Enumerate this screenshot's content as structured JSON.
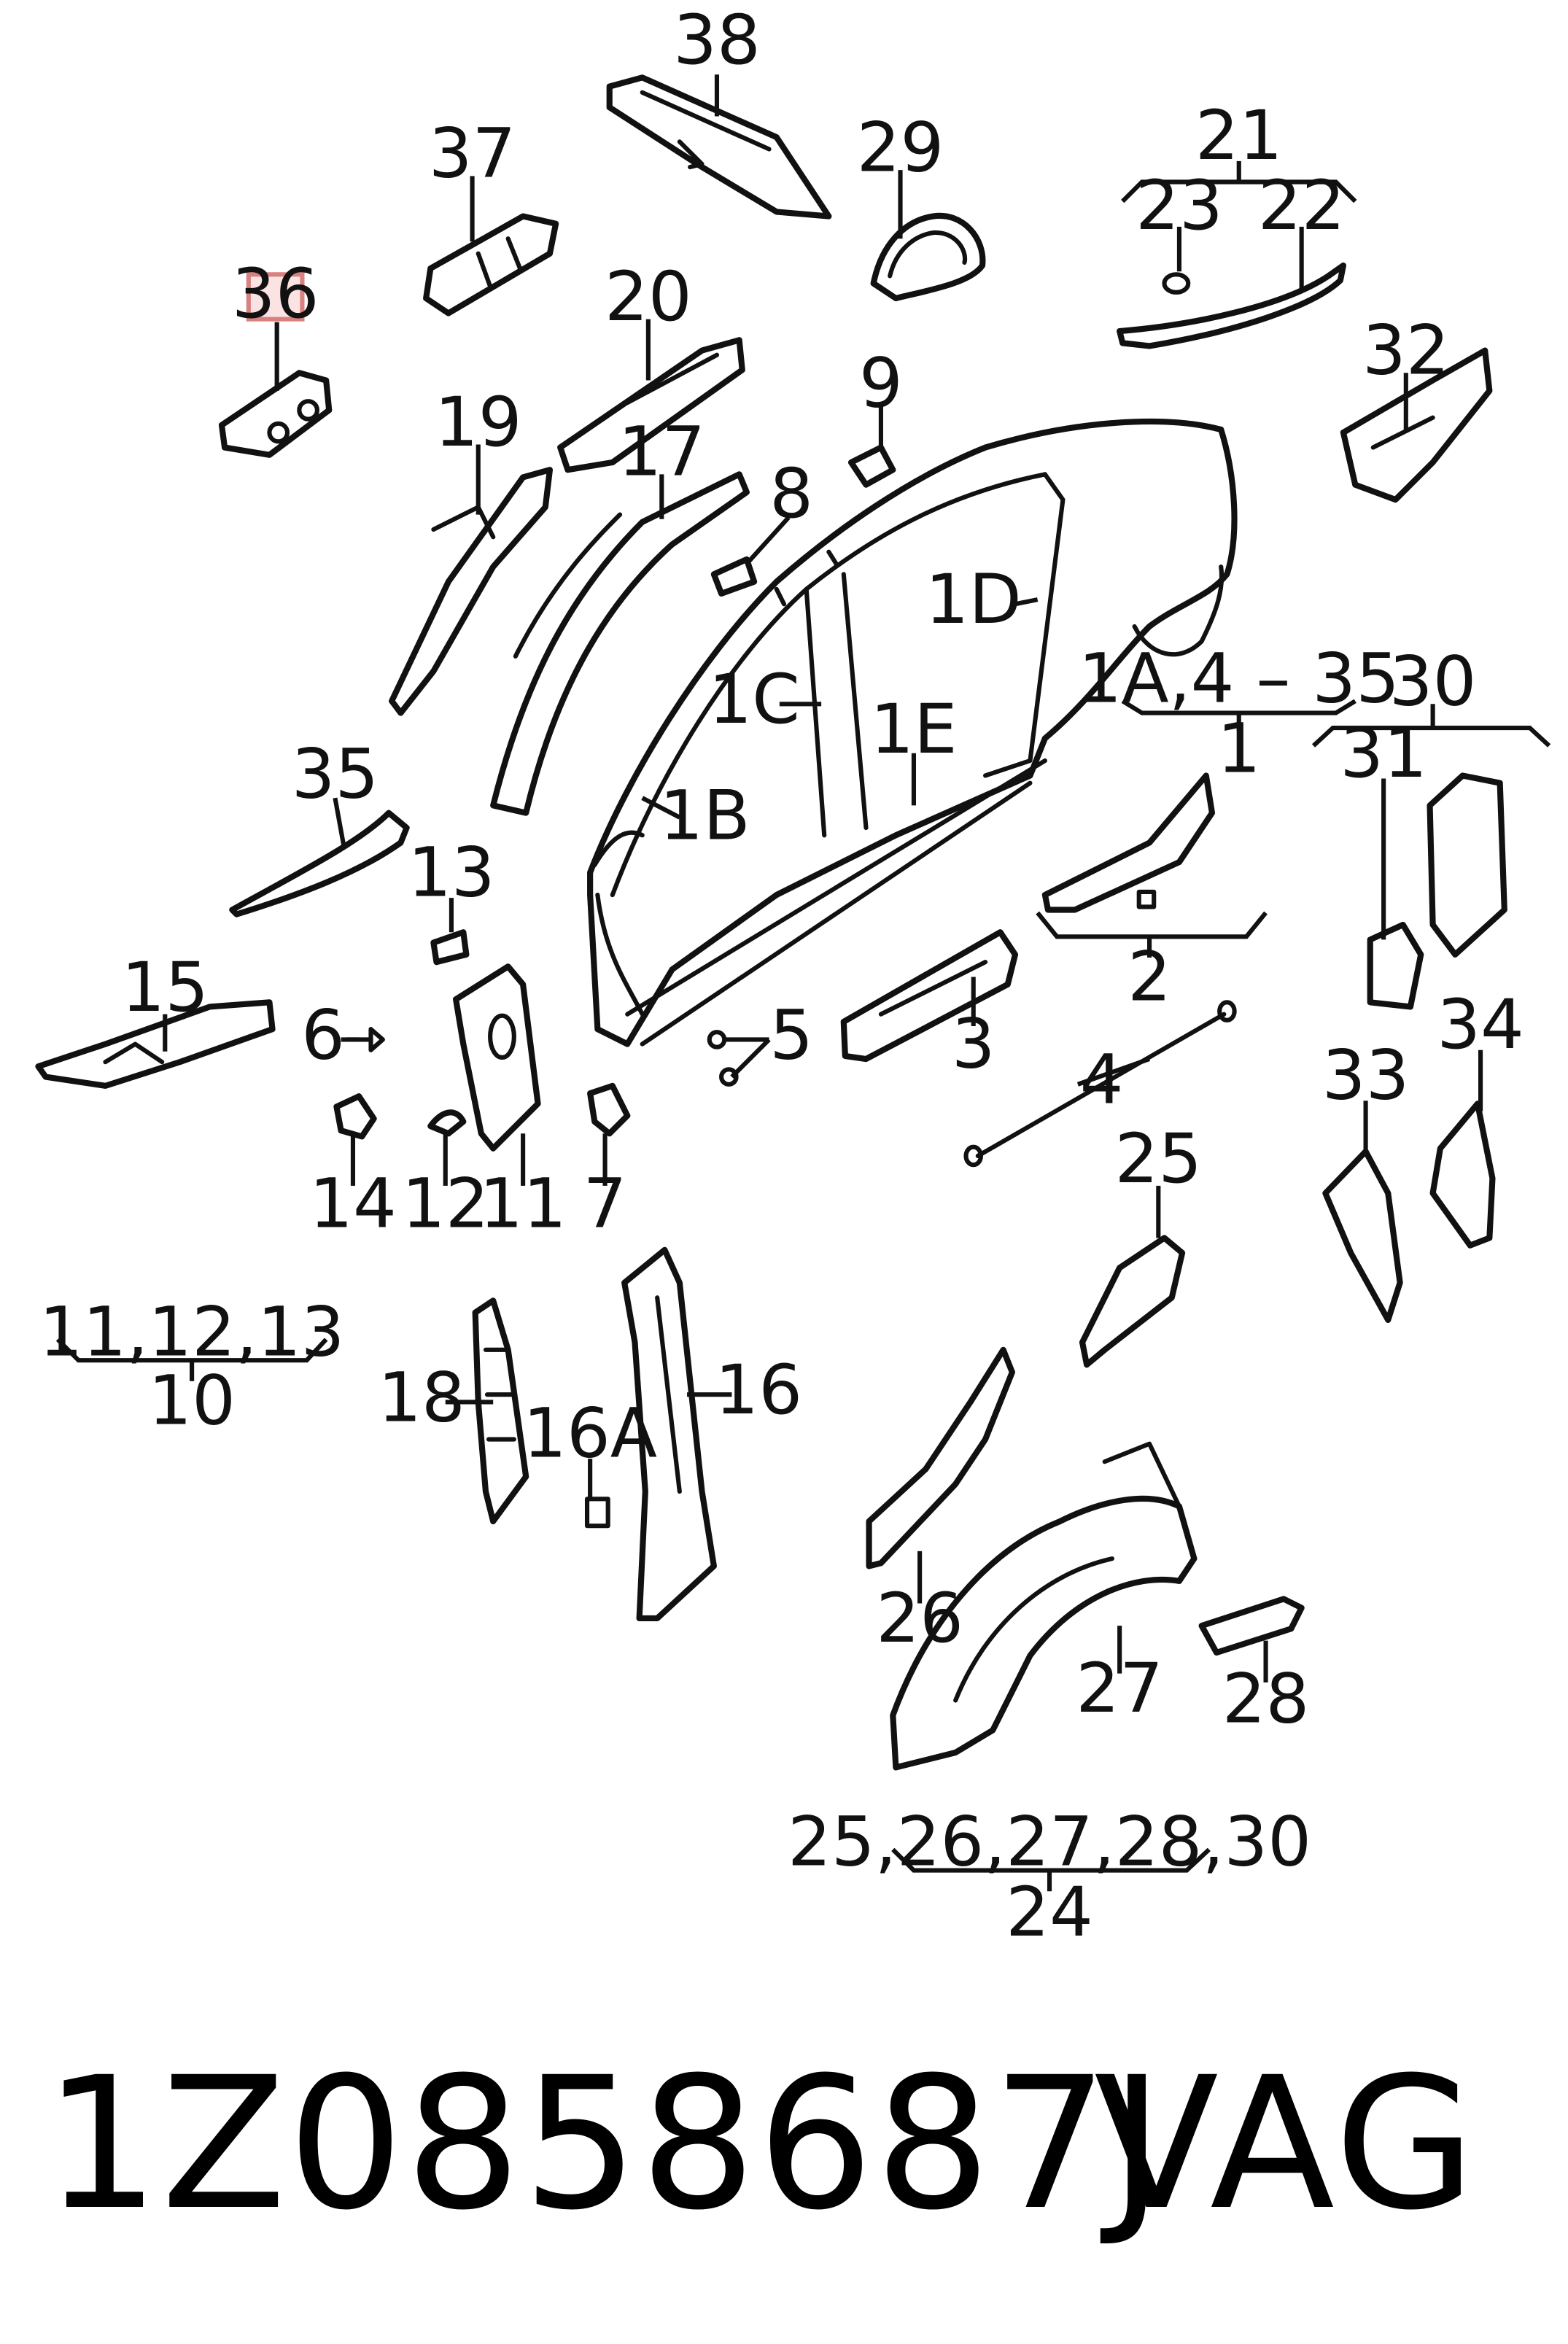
{
  "callouts": {
    "c38": "38",
    "c37": "37",
    "c36": "36",
    "c29": "29",
    "c21": "21",
    "c23": "23",
    "c22": "22",
    "c20": "20",
    "c19": "19",
    "c17": "17",
    "c9": "9",
    "c8": "8",
    "c32": "32",
    "c1D": "1D",
    "c1C": "1C",
    "c1E": "1E",
    "c1B": "1B",
    "c1A": "1A,4 – 35",
    "c1": "1",
    "c30": "30",
    "c31": "31",
    "c35": "35",
    "c13": "13",
    "c2": "2",
    "c15": "15",
    "c6": "6",
    "c5": "5",
    "c3": "3",
    "c4": "4",
    "c14": "14",
    "c12": "12",
    "c11": "11",
    "c7": "7",
    "c33": "33",
    "c34": "34",
    "c25": "25",
    "c10top": "11,12,13",
    "c10": "10",
    "c18": "18",
    "c16": "16",
    "c16A": "16A",
    "c26": "26",
    "c27": "27",
    "c28": "28",
    "c24top": "25,26,27,28,30",
    "c24": "24"
  },
  "highlighted_callout": "36",
  "colors": {
    "highlight_fill": "#fbe3e3",
    "highlight_stroke": "#d98080",
    "ink": "#111111"
  },
  "footer": {
    "part_number": "1Z0858687J",
    "brand": "VAG"
  }
}
